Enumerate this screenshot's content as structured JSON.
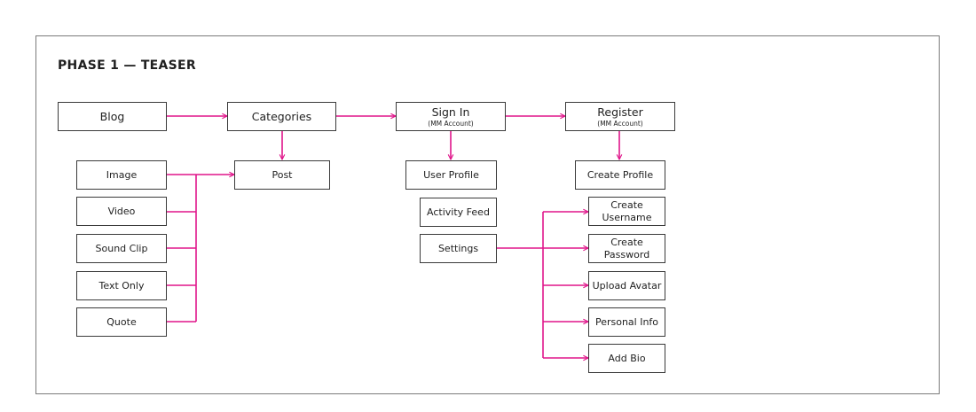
{
  "title": "PHASE 1 — TEASER",
  "colors": {
    "connector": "#e0158a",
    "border": "#3a3a3a"
  },
  "nodes": {
    "blog": "Blog",
    "categories": "Categories",
    "sign_in": "Sign In",
    "sign_in_sub": "(MM Account)",
    "register": "Register",
    "register_sub": "(MM Account)",
    "image": "Image",
    "video": "Video",
    "sound_clip": "Sound Clip",
    "text_only": "Text Only",
    "quote": "Quote",
    "post": "Post",
    "user_profile": "User Profile",
    "activity_feed": "Activity Feed",
    "settings": "Settings",
    "create_profile": "Create Profile",
    "create_username_1": "Create",
    "create_username_2": "Username",
    "create_password_1": "Create",
    "create_password_2": "Password",
    "upload_avatar": "Upload Avatar",
    "personal_info": "Personal Info",
    "add_bio": "Add Bio"
  }
}
